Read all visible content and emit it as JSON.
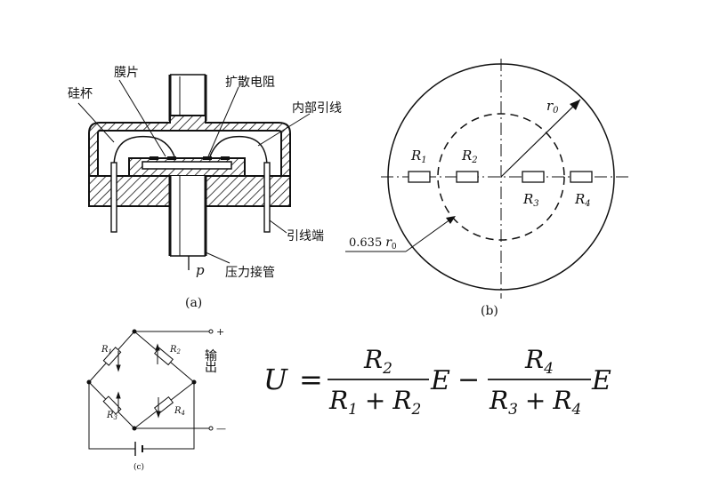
{
  "panel_a": {
    "caption": "(a)",
    "labels": {
      "cup": "硅杯",
      "diaphragm": "膜片",
      "diffused_resistor": "扩散电阻",
      "inner_lead": "内部引线",
      "lead_terminal": "引线端",
      "pressure_tube": "压力接管",
      "pressure": "p"
    }
  },
  "panel_b": {
    "caption": "(b)",
    "radius_label": "r",
    "radius_sub": "0",
    "inner_circle_coef": "0.635",
    "inner_circle_r": "r",
    "inner_circle_sub": "0",
    "resistors": [
      {
        "base": "R",
        "sub": "1"
      },
      {
        "base": "R",
        "sub": "2"
      },
      {
        "base": "R",
        "sub": "3"
      },
      {
        "base": "R",
        "sub": "4"
      }
    ]
  },
  "panel_c": {
    "caption": "(c)",
    "plus": "+",
    "minus": "—",
    "output_1": "输",
    "output_2": "出",
    "resistors": [
      {
        "base": "R",
        "sub": "1"
      },
      {
        "base": "R",
        "sub": "2"
      },
      {
        "base": "R",
        "sub": "3"
      },
      {
        "base": "R",
        "sub": "4"
      }
    ]
  },
  "formula": {
    "lhs": "U",
    "eq": "=",
    "t1_num_base": "R",
    "t1_num_sub": "2",
    "t1_den_a_base": "R",
    "t1_den_a_sub": "1",
    "plus": "+",
    "t1_den_b_base": "R",
    "t1_den_b_sub": "2",
    "t1_factor": "E",
    "minus": "−",
    "t2_num_base": "R",
    "t2_num_sub": "4",
    "t2_den_a_base": "R",
    "t2_den_a_sub": "3",
    "t2_den_b_base": "R",
    "t2_den_b_sub": "4",
    "t2_factor": "E"
  }
}
